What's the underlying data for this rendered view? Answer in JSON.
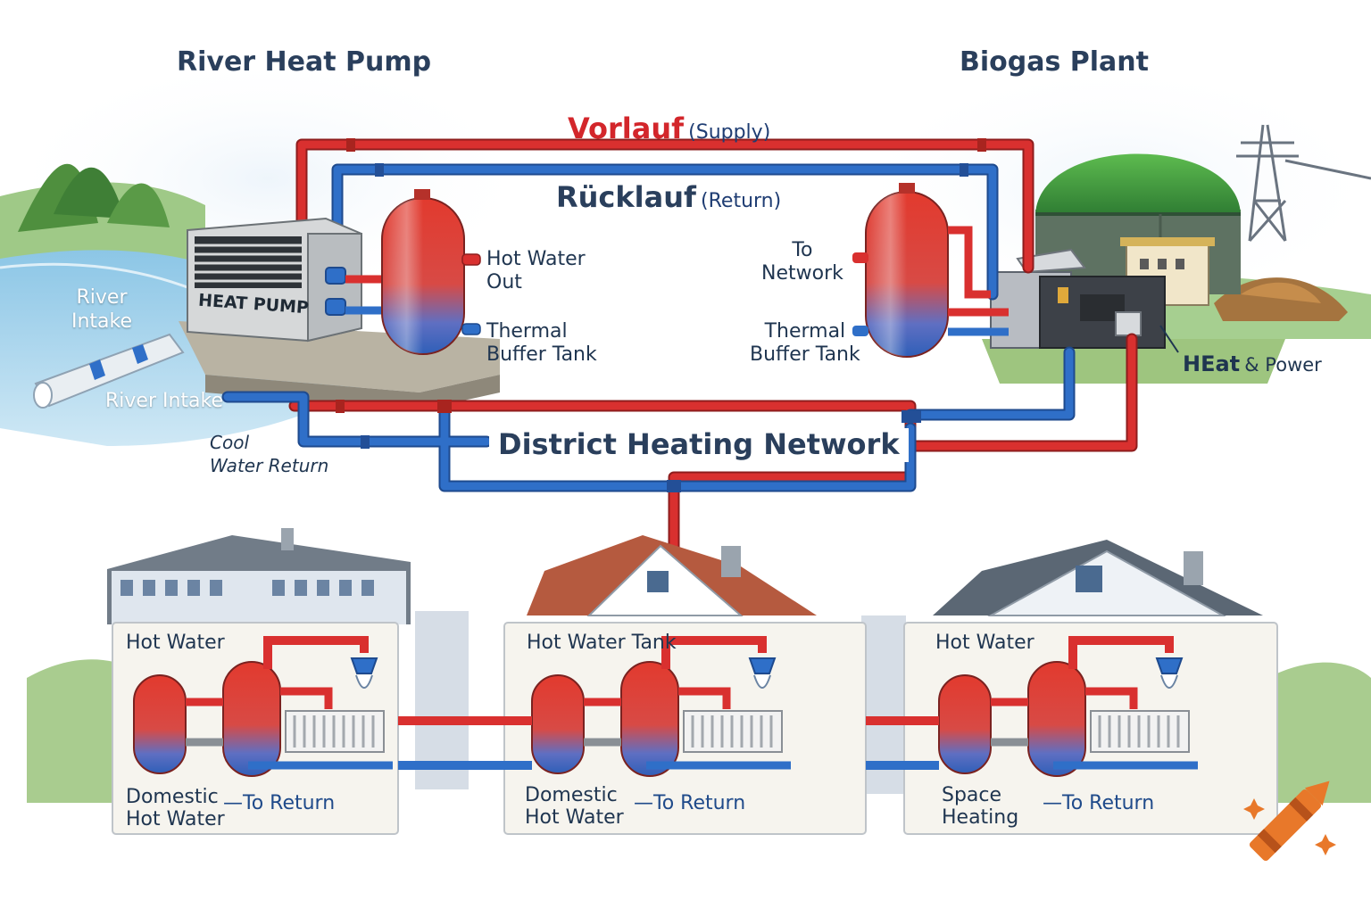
{
  "titles": {
    "left": "River Heat Pump",
    "right": "Biogas Plant"
  },
  "supply": {
    "main": "Vorlauf",
    "sub": "(Supply)"
  },
  "return": {
    "main": "Rücklauf",
    "sub": "(Return)"
  },
  "left_plant": {
    "heat_pump_label": "HEAT PUMP",
    "hot_water_out_line1": "Hot Water",
    "hot_water_out_line2": "Out",
    "buffer_line1": "Thermal",
    "buffer_line2": "Buffer Tank",
    "river_intake_top_line1": "River",
    "river_intake_top_line2": "Intake",
    "river_intake": "River Intake",
    "cool_line1": "Cool",
    "cool_line2": "Water Return"
  },
  "right_plant": {
    "to_network_line1": "To",
    "to_network_line2": "Network",
    "buffer_line1": "Thermal",
    "buffer_line2": "Buffer Tank",
    "heat_power": "HEat",
    "heat_power_suffix": "& Power"
  },
  "network": {
    "label": "District Heating Network"
  },
  "houses": [
    {
      "top": "Hot Water",
      "bottom_line1": "Domestic",
      "bottom_line2": "Hot Water",
      "return": "To Return"
    },
    {
      "top": "Hot Water Tank",
      "bottom_line1": "Domestic",
      "bottom_line2": "Hot Water",
      "return": "To Return"
    },
    {
      "top": "Hot Water",
      "bottom_line1": "Space",
      "bottom_line2": "Heating",
      "return": "To Return"
    }
  ],
  "colors": {
    "supply": "#d9302f",
    "return": "#2f6fc8",
    "dome": "#3f9a3c",
    "water": "#6db3dd",
    "accent": "#e8782a"
  }
}
